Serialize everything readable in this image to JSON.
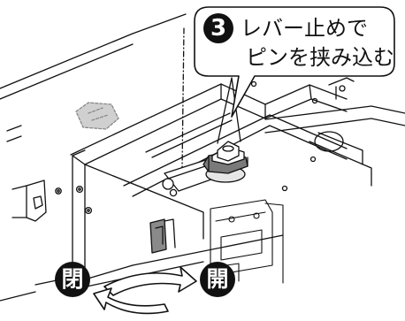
{
  "callout": {
    "step_number": "3",
    "line1": "レバー止めで",
    "line2": "ピンを挟み込む"
  },
  "rotation": {
    "close_label": "閉",
    "open_label": "開"
  },
  "colors": {
    "line": "#111111",
    "hidden_part": "#c8c8c8",
    "background": "#ffffff"
  }
}
